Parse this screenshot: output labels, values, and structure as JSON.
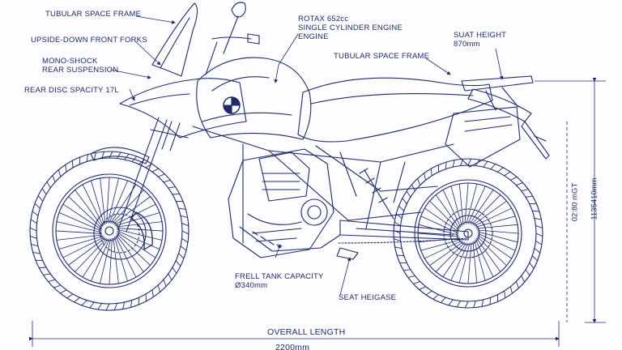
{
  "annotations": {
    "tubular_frame_left": "TUBULAR SPACE FRAME",
    "forks": "UPSIDE-DOWN FRONT FORKS",
    "mono_shock_1": "MONO-SHOCK",
    "mono_shock_2": "REAR SUSPENSION",
    "rear_disc": "REAR DISC SPACITY 17L",
    "engine_1": "ROTAX 652cc",
    "engine_2": "SINGLE CYLINDER ENGINE",
    "engine_3": "ENGINE",
    "tubular_frame_right": "TUBULAR SPACE FRAME",
    "seat_height_1": "SUAT HEIGHT",
    "seat_height_2": "870mm",
    "fuel_tank_1": "FRELL TANK CAPACITY",
    "fuel_tank_2": "Ø340mm",
    "seat_heigase": "SEAT HEIGASE",
    "overall_length": "OVERALL LENGTH",
    "overall_length_value": "2200mm",
    "height_inner": "02:80 mGT",
    "height_outer": "1135410mm"
  },
  "colors": {
    "line": "#1f2a6b",
    "light": "#9aa6d6",
    "paper": "#fdfdff"
  }
}
